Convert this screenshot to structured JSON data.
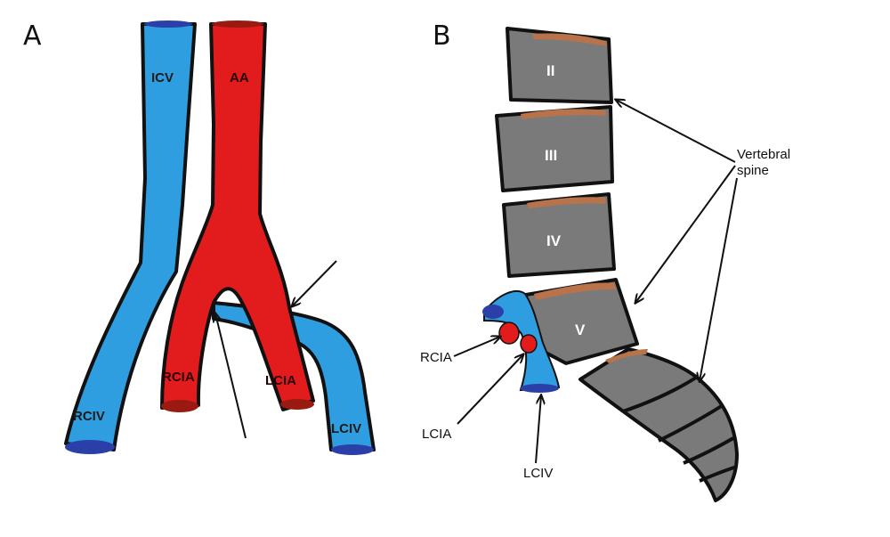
{
  "panels": [
    {
      "letter": "A",
      "labels": {
        "icv": "ICV",
        "aa": "AA",
        "rcia": "RCIA",
        "lcia": "LCIA",
        "rciv": "RCIV",
        "lciv": "LCIV"
      }
    },
    {
      "letter": "B",
      "vertebrae": [
        "II",
        "III",
        "IV",
        "V"
      ],
      "callouts": {
        "vertebral_spine": "Vertebral",
        "vertebral_spine_2": "spine",
        "rcia": "RCIA",
        "lcia": "LCIA",
        "lciv": "LCIV"
      }
    }
  ],
  "colors": {
    "artery": "#e21c1c",
    "artery_dark": "#9a1a12",
    "vein": "#2f9ee0",
    "vein_dark": "#2a3fa8",
    "bone": "#7a7a7a",
    "disc": "#b8734a"
  }
}
